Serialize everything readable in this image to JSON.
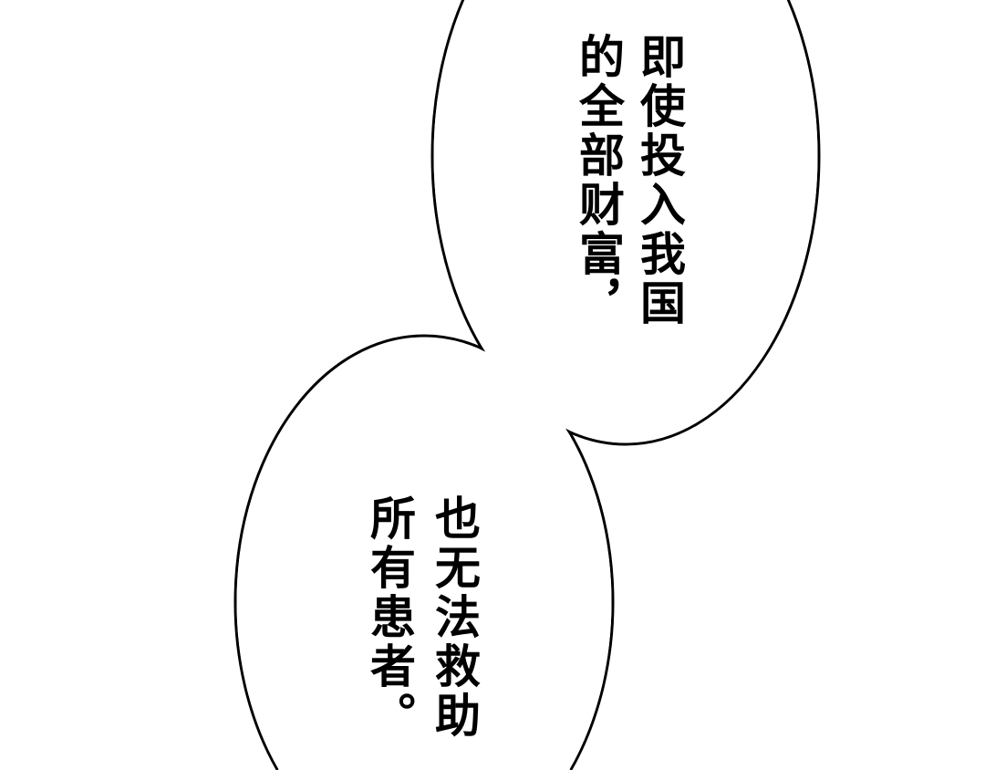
{
  "bubbles": [
    {
      "lines": [
        "即使投入我国",
        "的全部财富，"
      ]
    },
    {
      "lines": [
        "也无法救助",
        "所有患者。"
      ]
    }
  ],
  "colors": {
    "outline": "#000000",
    "fill": "#ffffff"
  }
}
